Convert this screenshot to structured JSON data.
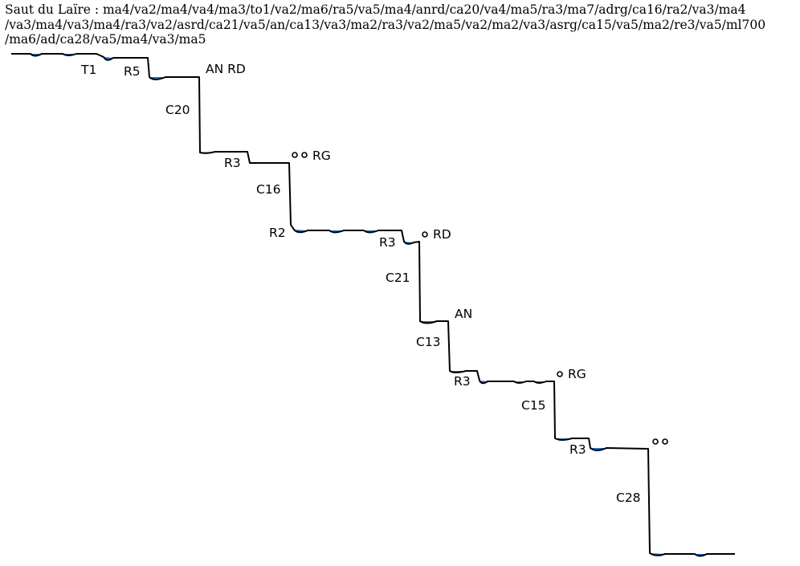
{
  "title_lines": [
    "Saut du Laïre : ma4/va2/ma4/va4/ma3/to1/va2/ma6/ra5/va5/ma4/anrd/ca20/va4/ma5/ra3/ma7/adrg/ca16/ra2/va3/ma4",
    "/va3/ma4/va3/ma4/ra3/va2/asrd/ca21/va5/an/ca13/va3/ma2/ra3/va2/ma5/va2/ma2/va3/asrg/ca15/va5/ma2/re3/va5/ml700",
    "/ma6/ad/ca28/va5/ma4/va3/ma5"
  ],
  "labels": {
    "t1": "T1",
    "r5": "R5",
    "an_rd": "AN RD",
    "c20": "C20",
    "r3_a": "R3",
    "rg_a": "RG",
    "c16": "C16",
    "r2": "R2",
    "r3_b": "R3",
    "rd_b": "RD",
    "c21": "C21",
    "an": "AN",
    "c13": "C13",
    "r3_c": "R3",
    "rg_c": "RG",
    "c15": "C15",
    "r3_d": "R3",
    "c28": "C28"
  },
  "colors": {
    "line": "#000000",
    "pool": "#1a6fd8"
  }
}
